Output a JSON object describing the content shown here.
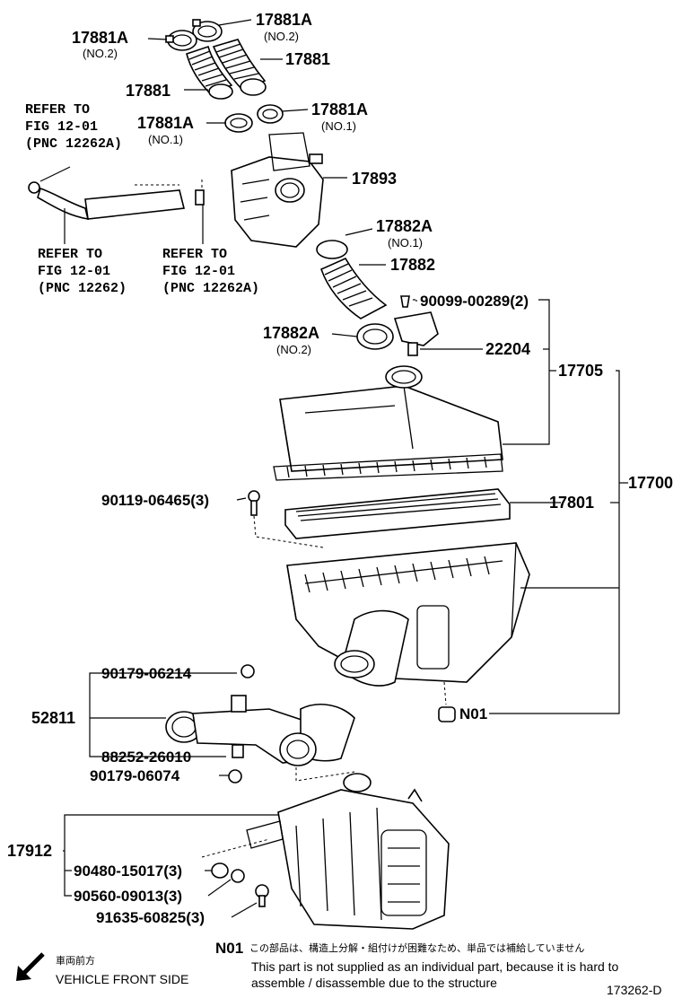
{
  "labels": {
    "p17881a_2_top": "17881A",
    "p17881a_2_top_sub": "(NO.2)",
    "p17881a_2_left": "17881A",
    "p17881a_2_left_sub": "(NO.2)",
    "p17881_right": "17881",
    "p17881_left": "17881",
    "p17881a_1_left": "17881A",
    "p17881a_1_left_sub": "(NO.1)",
    "p17881a_1_right": "17881A",
    "p17881a_1_right_sub": "(NO.1)",
    "p17893": "17893",
    "p17882a_1": "17882A",
    "p17882a_1_sub": "(NO.1)",
    "p17882": "17882",
    "p90099": "90099-00289(2)",
    "p17882a_2": "17882A",
    "p17882a_2_sub": "(NO.2)",
    "p22204": "22204",
    "p17705": "17705",
    "p17700": "17700",
    "p90119": "90119-06465(3)",
    "p17801": "17801",
    "p90179_06214": "90179-06214",
    "p52811": "52811",
    "n01": "N01",
    "p88252": "88252-26010",
    "p90179_06074": "90179-06074",
    "p17912": "17912",
    "p90480": "90480-15017(3)",
    "p90560": "90560-09013(3)",
    "p91635": "91635-60825(3)"
  },
  "refs": {
    "ref1": [
      "REFER TO",
      "FIG 12-01",
      "(PNC 12262A)"
    ],
    "ref2": [
      "REFER TO",
      "FIG 12-01",
      "(PNC 12262)"
    ],
    "ref3": [
      "REFER TO",
      "FIG 12-01",
      "(PNC 12262A)"
    ]
  },
  "footer": {
    "front_jp": "車両前方",
    "front_en": "VEHICLE FRONT SIDE",
    "note_code": "N01",
    "note_jp": "この部品は、構造上分解・組付けが困難なため、単品では補給していません",
    "note_en_1": "This part is not supplied as an individual part, because it is hard to",
    "note_en_2": "assemble / disassemble due to the structure",
    "figure_id": "173262-D"
  }
}
